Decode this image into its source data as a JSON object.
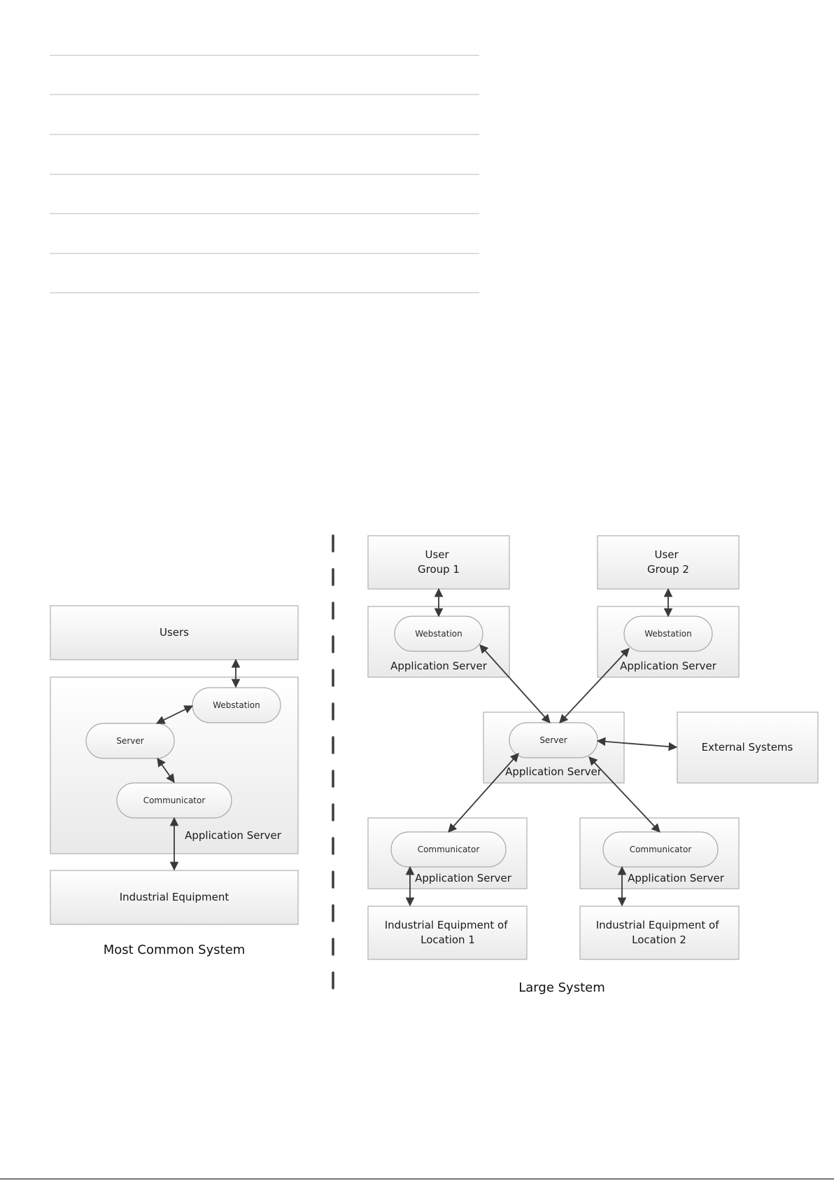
{
  "most_common": {
    "caption": "Most Common System",
    "users": "Users",
    "app_server": "Application Server",
    "webstation": "Webstation",
    "server": "Server",
    "communicator": "Communicator",
    "industrial": "Industrial Equipment"
  },
  "large": {
    "caption": "Large System",
    "user_group_1": [
      "User",
      "Group 1"
    ],
    "user_group_2": [
      "User",
      "Group 2"
    ],
    "webstation_1": "Webstation",
    "webstation_2": "Webstation",
    "app_server_web_1": "Application Server",
    "app_server_web_2": "Application Server",
    "server": "Server",
    "app_server_center": "Application Server",
    "external": "External Systems",
    "communicator_1": "Communicator",
    "communicator_2": "Communicator",
    "app_server_comm_1": "Application Server",
    "app_server_comm_2": "Application Server",
    "industrial_1": [
      "Industrial Equipment of",
      "Location 1"
    ],
    "industrial_2": [
      "Industrial Equipment of",
      "Location 2"
    ]
  },
  "colors": {
    "box_top": "#ffffff",
    "box_bottom": "#e8e8e8",
    "arrow": "#3a3a3a",
    "divider": "#3c3c3c"
  }
}
